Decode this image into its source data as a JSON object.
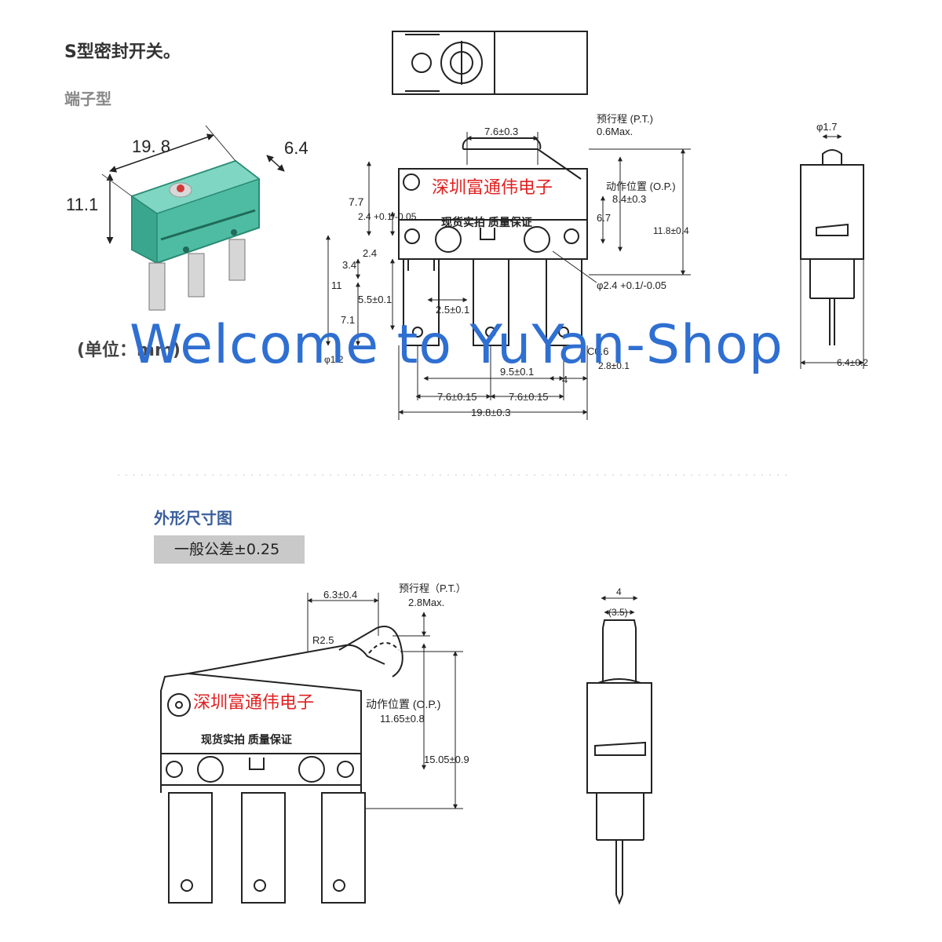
{
  "header": {
    "title": "S型密封开关。",
    "subtitle": "端子型",
    "unit_label": "(单位：mm)"
  },
  "photo_dims": {
    "length": "19. 8",
    "depth": "6.4",
    "height": "11.1"
  },
  "top_drawing": {
    "watermark_red": "深圳富通伟电子",
    "stamp": "现货实拍   质量保证",
    "pt_label": "预行程 (P.T.)",
    "pt_value": "0.6Max.",
    "op_label": "动作位置 (O.P.)",
    "op_value": "8.4±0.3",
    "dims": {
      "top_width": "7.6±0.3",
      "h77": "7.7",
      "h24a": "2.4 +0.1/-0.05",
      "h24b": "2.4",
      "h34": "3.4",
      "h11": "11",
      "h55": "5.5±0.1",
      "h71": "7.1",
      "w25": "2.5±0.1",
      "h67": "6.7",
      "h118": "11.8±0.4",
      "hole": "φ2.4 +0.1/-0.05",
      "pin_hole": "φ1.2",
      "c06": "C0.6",
      "w28": "2.8±0.1",
      "w95": "9.5±0.1",
      "w4": "4",
      "w76a": "7.6±0.15",
      "w76b": "7.6±0.15",
      "w198": "19.8±0.3"
    },
    "side_dims": {
      "pin": "φ1.7",
      "width": "6.4±0.2"
    }
  },
  "bottom": {
    "section_title": "外形尺寸图",
    "tolerance": "一般公差±0.25",
    "watermark_red": "深圳富通伟电子",
    "stamp": "现货实拍   质量保证",
    "dims": {
      "w63": "6.3±0.4",
      "pt_label": "预行程（P.T.）",
      "pt_value": "2.8Max.",
      "r25": "R2.5",
      "op_label": "动作位置 (O.P.)",
      "op_value": "11.65±0.8",
      "h1505": "15.05±0.9",
      "side_w": "4",
      "side_inner": "(3.5)"
    }
  },
  "watermark": "Welcome to YuYan-Shop"
}
